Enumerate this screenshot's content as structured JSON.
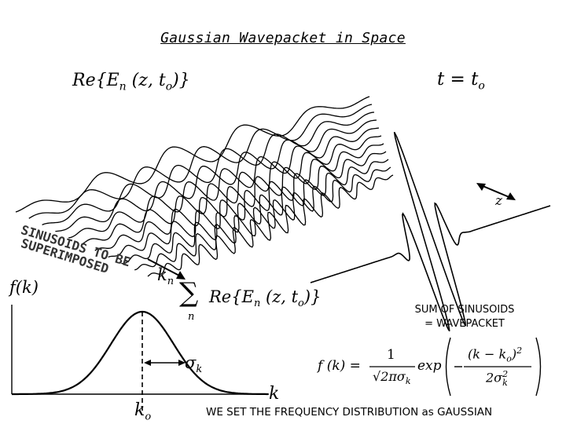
{
  "title": "Gaussian Wavepacket in Space",
  "wave_label": "Re{E",
  "wave_label_sub": "n",
  "wave_label_args": "(z, t",
  "wave_label_args_sub": "o",
  "wave_label_close": ")}",
  "time_label": "t = t",
  "time_label_sub": "o",
  "z_axis_label": "z",
  "kn_label": "k",
  "kn_label_sub": "n",
  "sum_symbol": "∑",
  "sum_index": "n",
  "sum_term": "Re{E",
  "sum_term_sub": "n",
  "sum_term_args": "(z, t",
  "sum_term_args_sub": "o",
  "sum_term_close": ")}",
  "note_sinusoids_line1": "SINUSOIDS TO BE",
  "note_sinusoids_line2": "SUPERIMPOSED",
  "note_sum_line1": "SUM OF SINUSOIDS",
  "note_sum_line2": "= WAVEPACKET",
  "fk_label": "f(k)",
  "k_axis_label": "k",
  "k0_label": "k",
  "k0_label_sub": "o",
  "sigma_label": "σ",
  "sigma_label_sub": "k",
  "formula_lhs": "f (k) =",
  "formula_num": "1",
  "formula_den": "√2πσ",
  "formula_den_sub": "k",
  "formula_exp": "exp",
  "formula_inner_num": "(k − k",
  "formula_inner_num_sub": "o",
  "formula_inner_num_close": ")",
  "formula_inner_num_sup": "2",
  "formula_inner_den": "2σ",
  "formula_inner_den_sup": "2",
  "formula_inner_den_sub": "k",
  "note_bottom": "WE SET THE FREQUENCY DISTRIBUTION as GAUSSIAN",
  "colors": {
    "ink": "#000000",
    "note": "#333333",
    "background": "#ffffff"
  }
}
